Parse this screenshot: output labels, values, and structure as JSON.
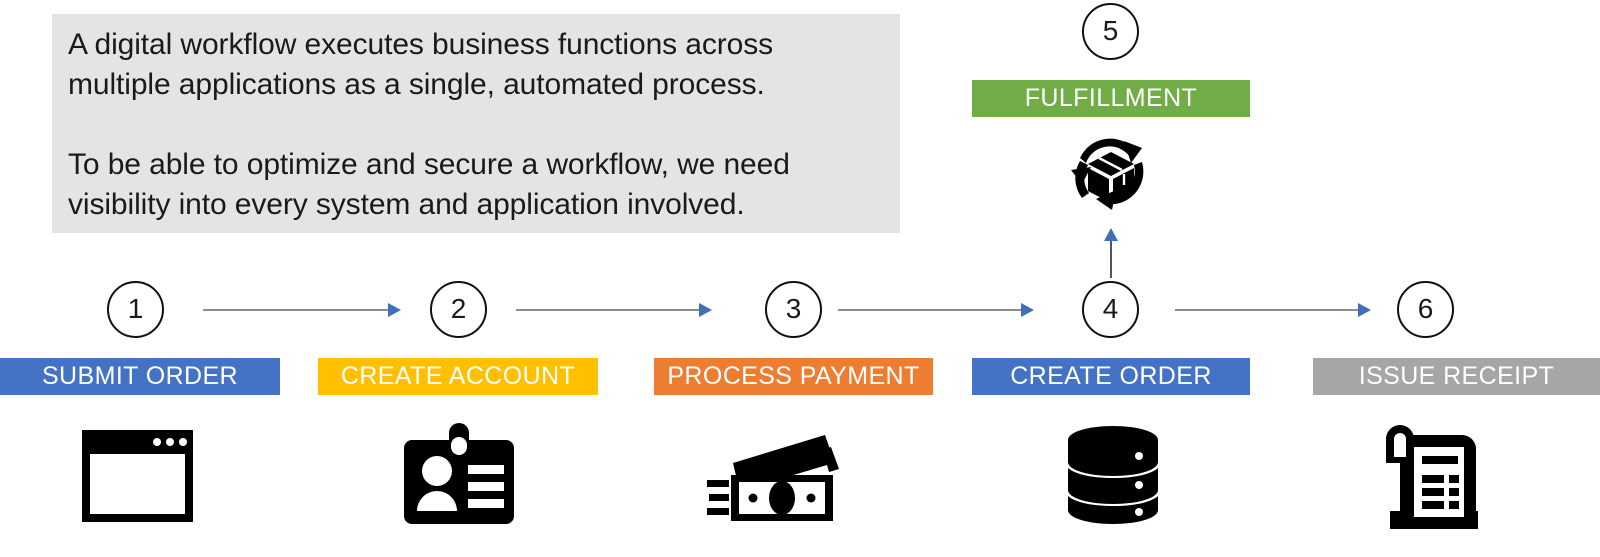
{
  "description": {
    "paragraph_1": "A digital workflow executes business functions across multiple applications as a single, automated process.",
    "paragraph_2": "To be able to optimize and secure a workflow, we need visibility into every system and application involved.",
    "full_text": "A digital workflow executes business functions across\nmultiple applications as a single, automated process.\n\nTo be able to optimize and secure a workflow, we need\nvisibility into every system and application involved.",
    "background_color": "#e4e4e4"
  },
  "colors": {
    "blue": "#4472c4",
    "yellow": "#ffc000",
    "orange": "#ed7d31",
    "green": "#70ad47",
    "gray": "#a6a6a6",
    "arrow_shaft": "#8d8d8d",
    "arrow_head": "#3f6fb5",
    "icon": "#000000",
    "callout_bg": "#e4e4e4",
    "text_dark": "#1a1a1a",
    "text_light": "#ffffff"
  },
  "steps": [
    {
      "number": "1",
      "label": "SUBMIT ORDER",
      "color": "#4472c4",
      "icon": "browser-window-icon"
    },
    {
      "number": "2",
      "label": "CREATE ACCOUNT",
      "color": "#ffc000",
      "icon": "id-badge-icon"
    },
    {
      "number": "3",
      "label": "PROCESS PAYMENT",
      "color": "#ed7d31",
      "icon": "cash-money-icon"
    },
    {
      "number": "4",
      "label": "CREATE ORDER",
      "color": "#4472c4",
      "icon": "database-icon"
    },
    {
      "number": "5",
      "label": "FULFILLMENT",
      "color": "#70ad47",
      "icon": "package-refresh-icon"
    },
    {
      "number": "6",
      "label": "ISSUE RECEIPT",
      "color": "#a6a6a6",
      "icon": "receipt-icon"
    }
  ],
  "arrows": {
    "horizontal_count": 4,
    "vertical_count": 1,
    "direction": "left-to-right"
  }
}
